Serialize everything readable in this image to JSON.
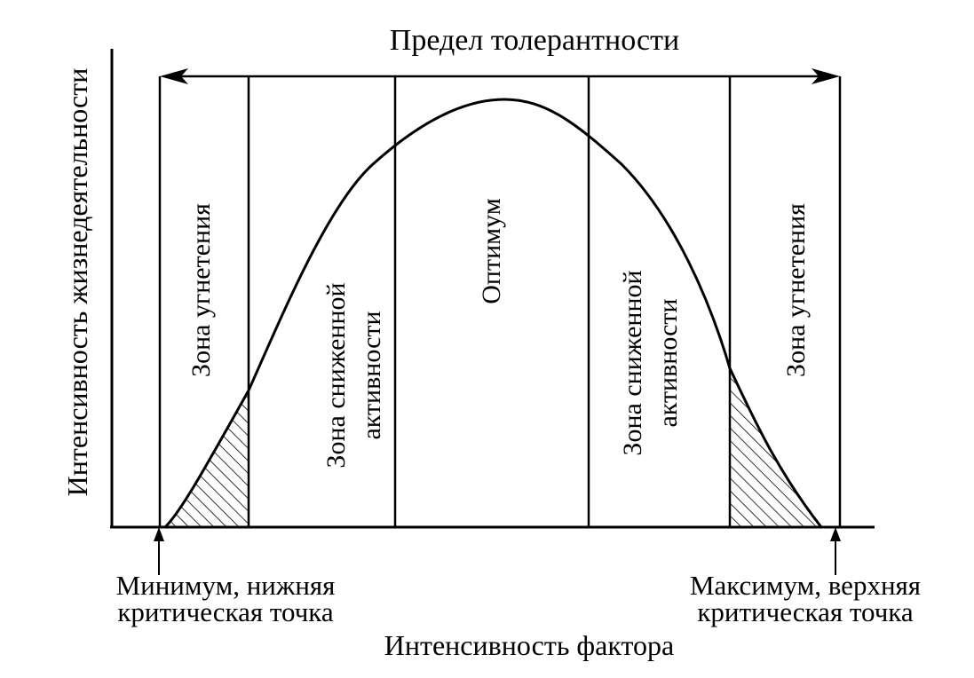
{
  "diagram": {
    "title": "Предел толерантности",
    "y_axis_label": "Интенсивность жизнедеятельности",
    "x_axis_label": "Интенсивность фактора",
    "zones": [
      {
        "id": "left-inhibition",
        "lines": [
          "Зона угнетения"
        ]
      },
      {
        "id": "left-reduced-activity",
        "lines": [
          "Зона сниженной",
          "активности"
        ]
      },
      {
        "id": "optimum",
        "lines": [
          "Оптимум"
        ]
      },
      {
        "id": "right-reduced-activity",
        "lines": [
          "Зона сниженной",
          "активности"
        ]
      },
      {
        "id": "right-inhibition",
        "lines": [
          "Зона угнетения"
        ]
      }
    ],
    "min_point": {
      "line1": "Минимум, нижняя",
      "line2": "критическая точка"
    },
    "max_point": {
      "line1": "Максимум, верхняя",
      "line2": "критическая точка"
    }
  }
}
